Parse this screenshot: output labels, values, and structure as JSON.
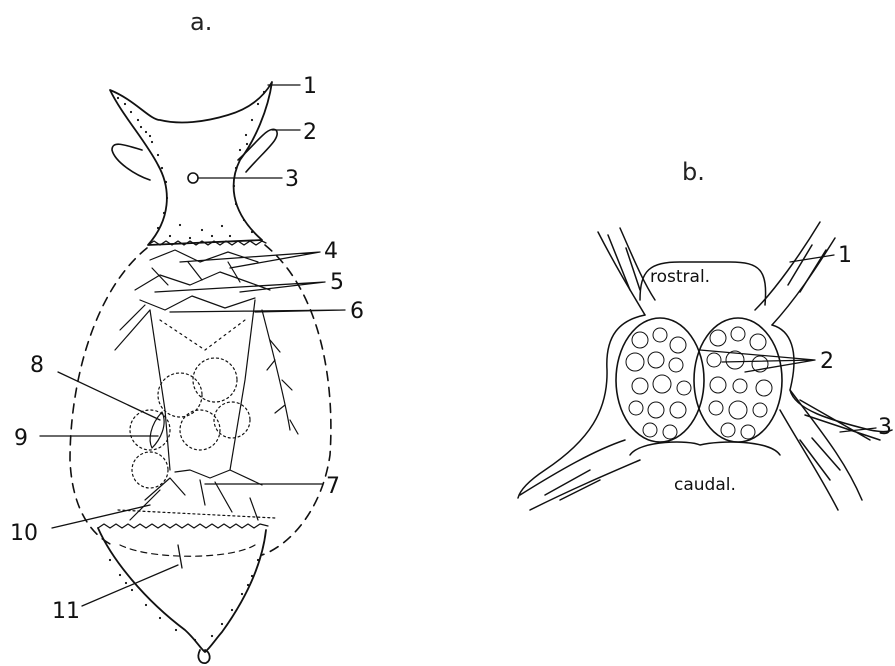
{
  "panels": {
    "a": {
      "label": "a.",
      "callouts": [
        "1",
        "2",
        "3",
        "4",
        "5",
        "6",
        "7",
        "8",
        "9",
        "10",
        "11"
      ]
    },
    "b": {
      "label": "b.",
      "region_top": "rostral.",
      "region_bottom": "caudal.",
      "callouts": [
        "1",
        "2",
        "3"
      ]
    }
  }
}
